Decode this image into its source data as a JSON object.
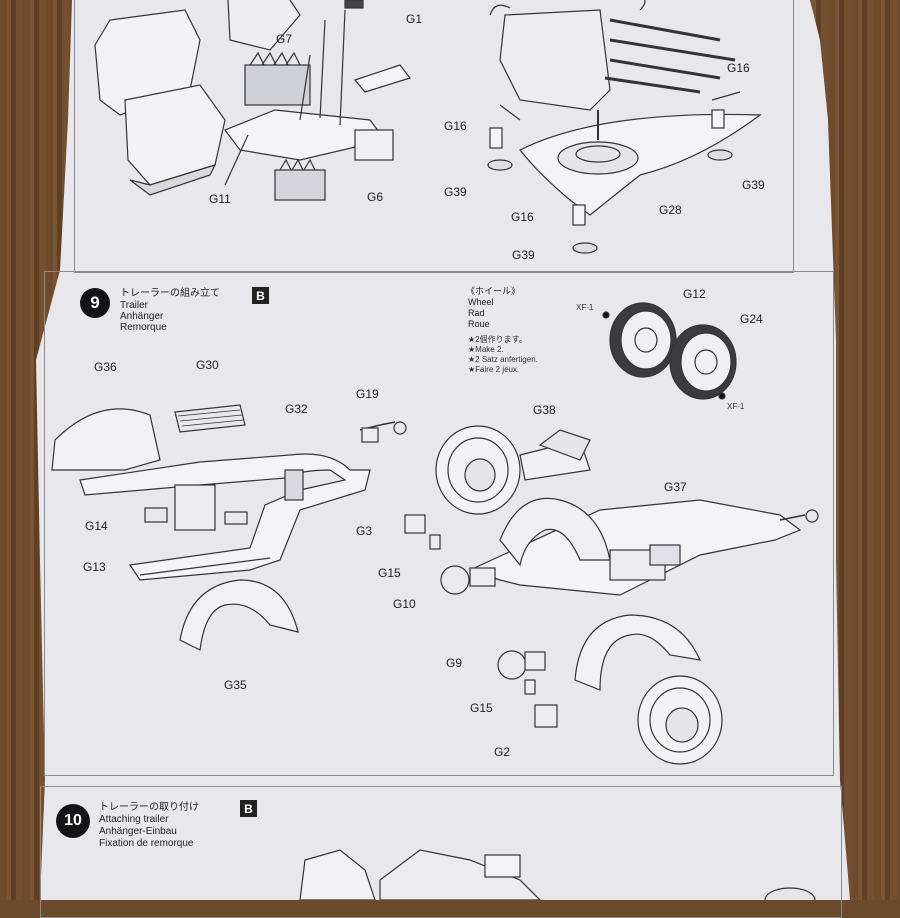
{
  "colors": {
    "paper": "#e9e9ee",
    "line": "#333338",
    "frame": "#8a8a92",
    "wood": "#6d4b2b"
  },
  "step_top": {
    "labels": {
      "g1": "G1",
      "g7": "G7",
      "g11": "G11",
      "g6": "G6",
      "g16a": "G16",
      "g16b": "G16",
      "g16c": "G16",
      "g39a": "G39",
      "g39b": "G39",
      "g39c": "G39",
      "g28": "G28"
    }
  },
  "step9": {
    "number": "9",
    "title_jp": "トレーラーの組み立て",
    "title_en": "Trailer",
    "title_de": "Anhänger",
    "title_fr": "Remorque",
    "badge": "B",
    "wheel_title_jp": "《ホイール》",
    "wheel_en": "Wheel",
    "wheel_de": "Rad",
    "wheel_fr": "Roue",
    "note_jp": "★2個作ります。",
    "note_en": "★Make 2.",
    "note_de": "★2 Satz anfertigen.",
    "note_fr": "★Faire 2 jeux.",
    "labels": {
      "xf1a": "XF-1",
      "xf1b": "XF-1",
      "g12": "G12",
      "g24": "G24",
      "g36": "G36",
      "g30": "G30",
      "g32": "G32",
      "g19": "G19",
      "g14": "G14",
      "g13": "G13",
      "g35": "G35",
      "g38": "G38",
      "g37": "G37",
      "g3": "G3",
      "g15a": "G15",
      "g10": "G10",
      "g9": "G9",
      "g15b": "G15",
      "g2": "G2"
    }
  },
  "step10": {
    "number": "10",
    "title_jp": "トレーラーの取り付け",
    "title_en": "Attaching trailer",
    "title_de": "Anhänger-Einbau",
    "title_fr": "Fixation de remorque",
    "badge": "B"
  }
}
